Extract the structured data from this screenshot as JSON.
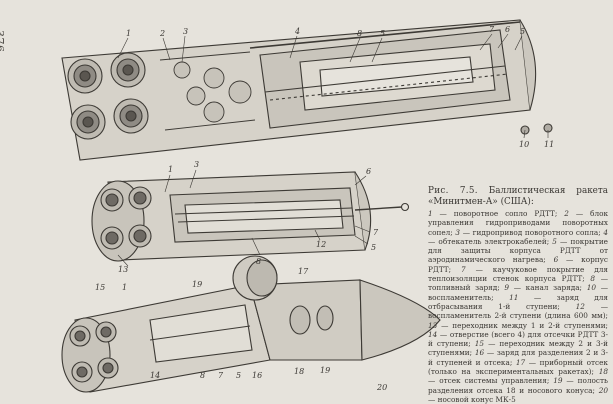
{
  "page": {
    "number": "376"
  },
  "figure": {
    "label": "Рис. 7.5.",
    "title": "Баллистическая ракета «Минитмен-А» (США):",
    "legend": [
      {
        "num": "1",
        "text": "поворотное сопло РДТТ;"
      },
      {
        "num": "2",
        "text": "блок управления гидроприводами поворотных сопел;"
      },
      {
        "num": "3",
        "text": "гидропривод поворотного сопла;"
      },
      {
        "num": "4",
        "text": "обтекатель электрокабелей;"
      },
      {
        "num": "5",
        "text": "покрытие для защиты корпуса РДТТ от аэродинамического нагрева;"
      },
      {
        "num": "6",
        "text": "корпус РДТТ;"
      },
      {
        "num": "7",
        "text": "каучуковое покрытие для теплоизоляции стенок корпуса РДТТ;"
      },
      {
        "num": "8",
        "text": "топливный заряд;"
      },
      {
        "num": "9",
        "text": "канал заряда;"
      },
      {
        "num": "10",
        "text": "воспламенитель;"
      },
      {
        "num": "11",
        "text": "заряд для отбрасывания 1-й ступени;"
      },
      {
        "num": "12",
        "text": "воспламенитель 2-й ступени (длина 600 мм);"
      },
      {
        "num": "13",
        "text": "переходник между 1 и 2-й ступенями;"
      },
      {
        "num": "14",
        "text": "отверстие (всего 4) для отсечки РДТТ 3-й ступени;"
      },
      {
        "num": "15",
        "text": "переходник между 2 и 3-й ступенями;"
      },
      {
        "num": "16",
        "text": "заряд для разделения 2 и 3-й ступеней и отсека;"
      },
      {
        "num": "17",
        "text": "приборный отсек (только на экспериментальных ракетах);"
      },
      {
        "num": "18",
        "text": "отсек системы управления;"
      },
      {
        "num": "19",
        "text": "полость разделения отсека 18 и носового конуса;"
      },
      {
        "num": "20",
        "text": "носовой конус МК-5"
      }
    ],
    "callouts": {
      "top": [
        "1",
        "2",
        "3",
        "4",
        "8",
        "5",
        "7",
        "6",
        "5",
        "10",
        "11"
      ],
      "middle": [
        "1",
        "3",
        "6",
        "7",
        "5",
        "12",
        "8",
        "13"
      ],
      "bottom": [
        "15",
        "1",
        "19",
        "14",
        "8",
        "7",
        "5",
        "16",
        "18",
        "19",
        "17",
        "20"
      ]
    }
  }
}
